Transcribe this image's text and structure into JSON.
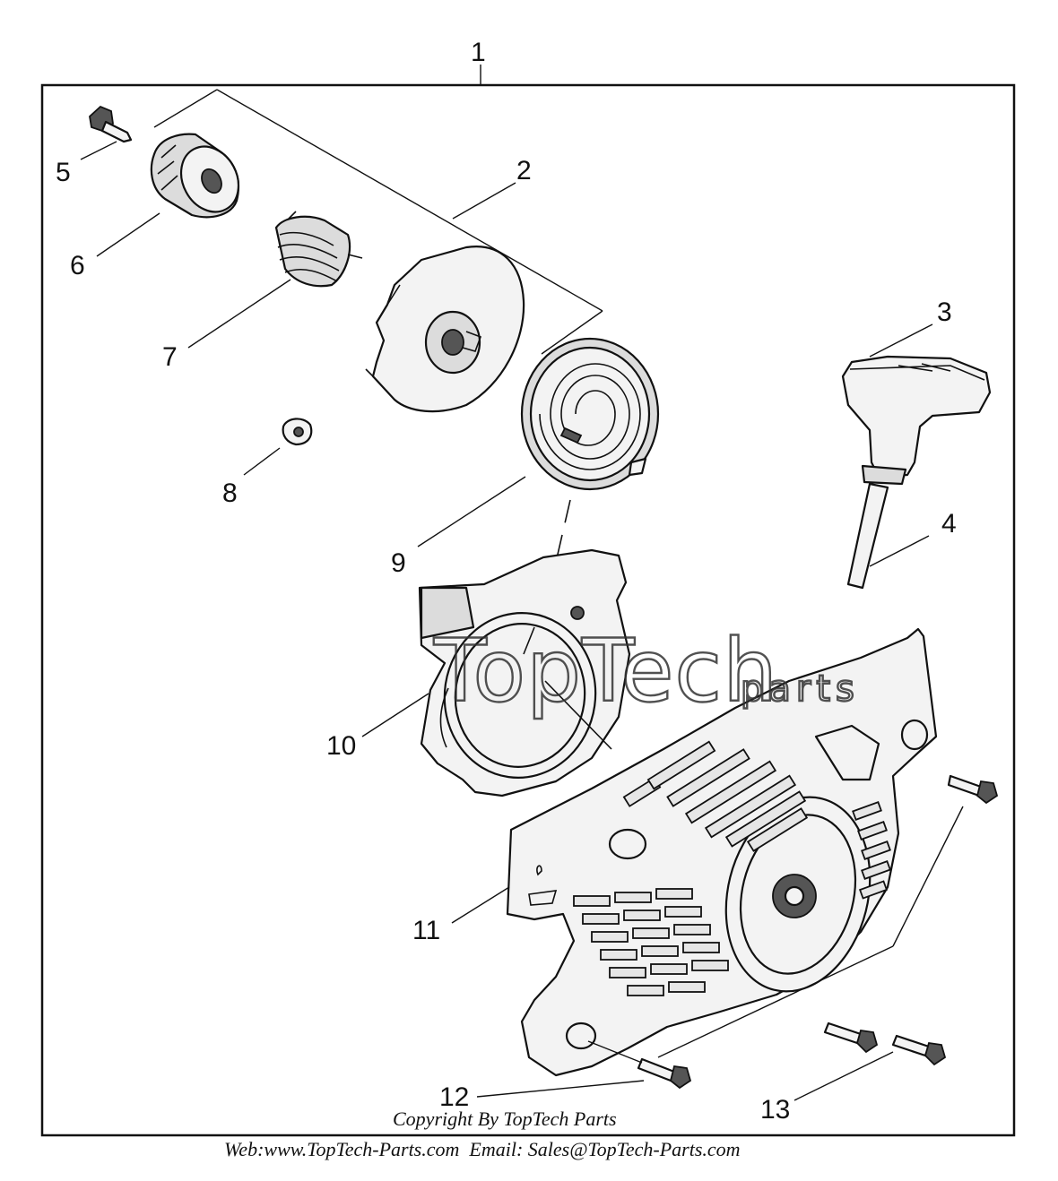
{
  "callouts": [
    "1",
    "2",
    "3",
    "4",
    "5",
    "6",
    "7",
    "8",
    "9",
    "10",
    "11",
    "12",
    "13"
  ],
  "watermark": {
    "brand": "TopTech",
    "suffix": "parts"
  },
  "footer": {
    "copyright": "Copyright By TopTech Parts",
    "contact": "Web:www.TopTech-Parts.com  Email: Sales@TopTech-Parts.com"
  }
}
